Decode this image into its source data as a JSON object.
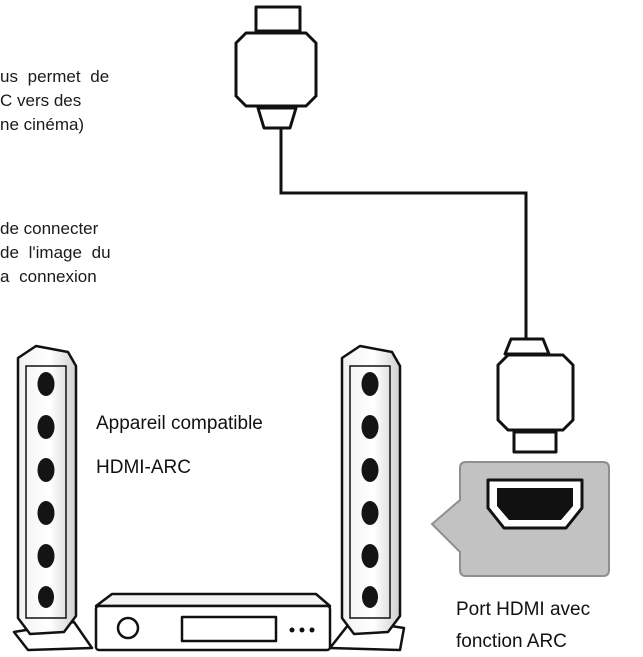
{
  "text_block_1": {
    "line_1": "us  permet  de",
    "line_2": "C vers des",
    "line_3": "ne cinéma)"
  },
  "text_block_2": {
    "line_1": "de connecter",
    "line_2": "de  l'image  du",
    "line_3": "a  connexion"
  },
  "device_label": {
    "line_1": "Appareil compatible",
    "line_2": "HDMI-ARC"
  },
  "port_label": {
    "line_1": "Port HDMI avec",
    "line_2": "fonction ARC"
  },
  "colors": {
    "stroke": "#111111",
    "port_panel": "#bdbdbd",
    "speaker_shade": "#d9d9d9",
    "driver": "#141414"
  },
  "icons": [
    "hdmi-plug-icon",
    "hdmi-cable-icon",
    "speaker-icon",
    "av-receiver-icon",
    "hdmi-port-icon"
  ]
}
